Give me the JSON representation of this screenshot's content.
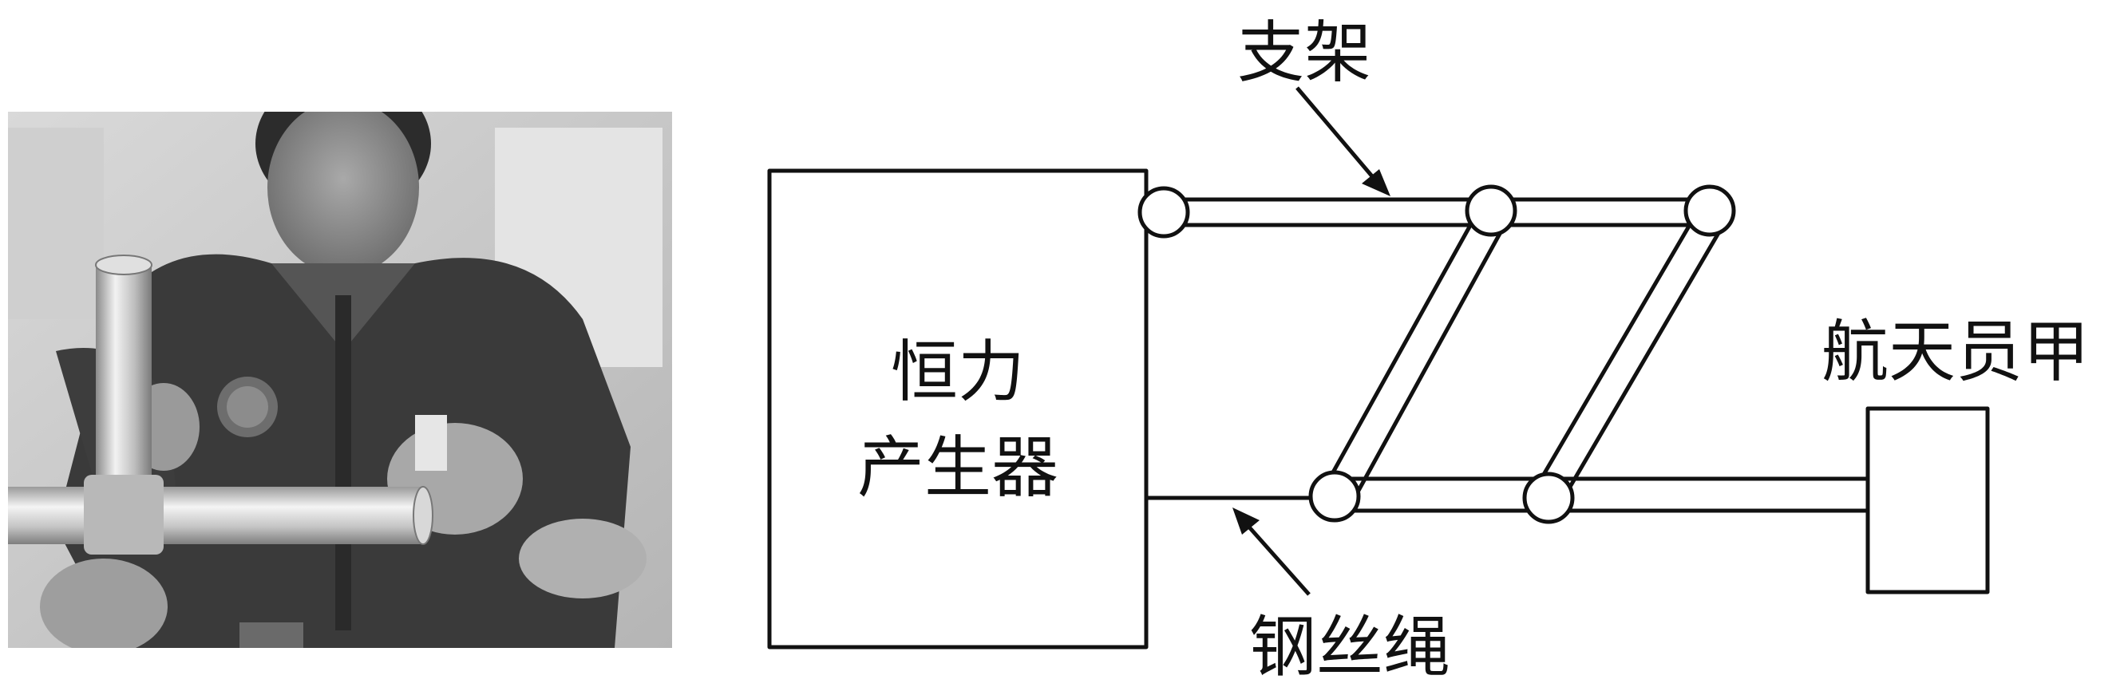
{
  "photo": {
    "description_icon": "astronaut-photo"
  },
  "labels": {
    "bracket": "支架",
    "generator_line1": "恒力",
    "generator_line2": "产生器",
    "astronaut": "航天员甲",
    "wire_rope": "钢丝绳"
  },
  "colors": {
    "stroke": "#111111",
    "background": "#ffffff"
  }
}
